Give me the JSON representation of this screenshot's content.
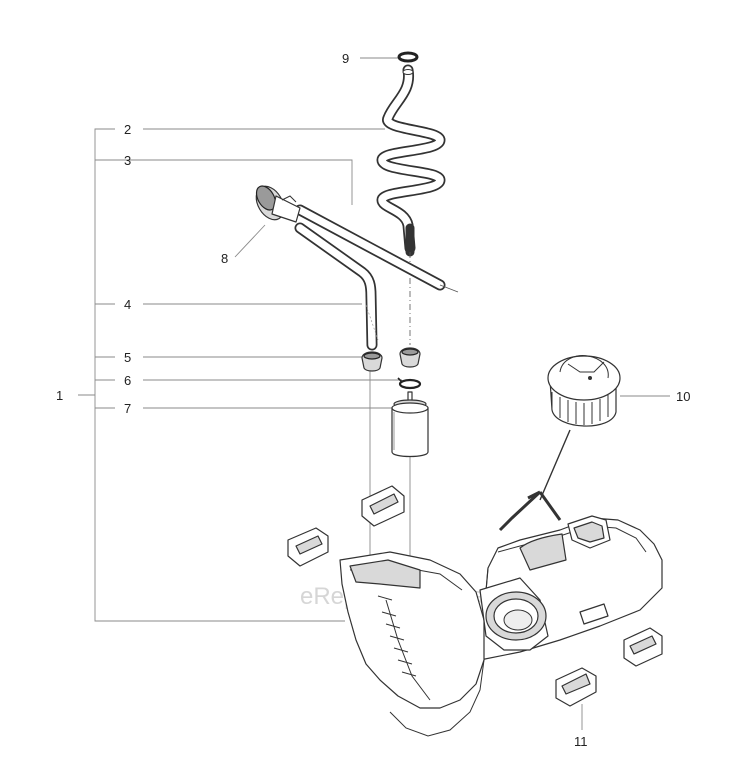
{
  "watermark": "eReplacementParts.com",
  "callouts": {
    "p1": "1",
    "p2": "2",
    "p3": "3",
    "p4": "4",
    "p5": "5",
    "p6": "6",
    "p7": "7",
    "p8": "8",
    "p9": "9",
    "p10": "10",
    "p11": "11"
  },
  "colors": {
    "line": "#333333",
    "leader": "#8a8a8a",
    "watermark": "#cfcfcf"
  }
}
